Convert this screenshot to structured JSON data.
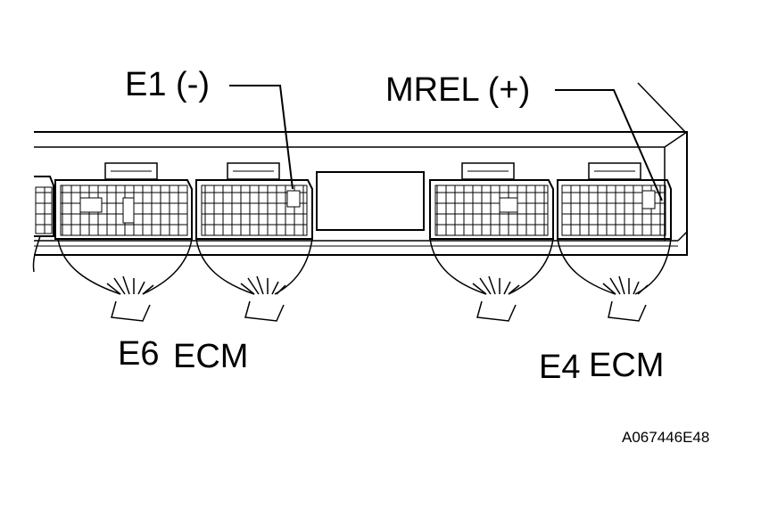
{
  "labels": {
    "e1": "E1 (-)",
    "mrel": "MREL (+)",
    "e6": "E6",
    "e4": "E4",
    "ecm_left": "ECM",
    "ecm_right": "ECM",
    "figure_id": "A067446E48"
  }
}
